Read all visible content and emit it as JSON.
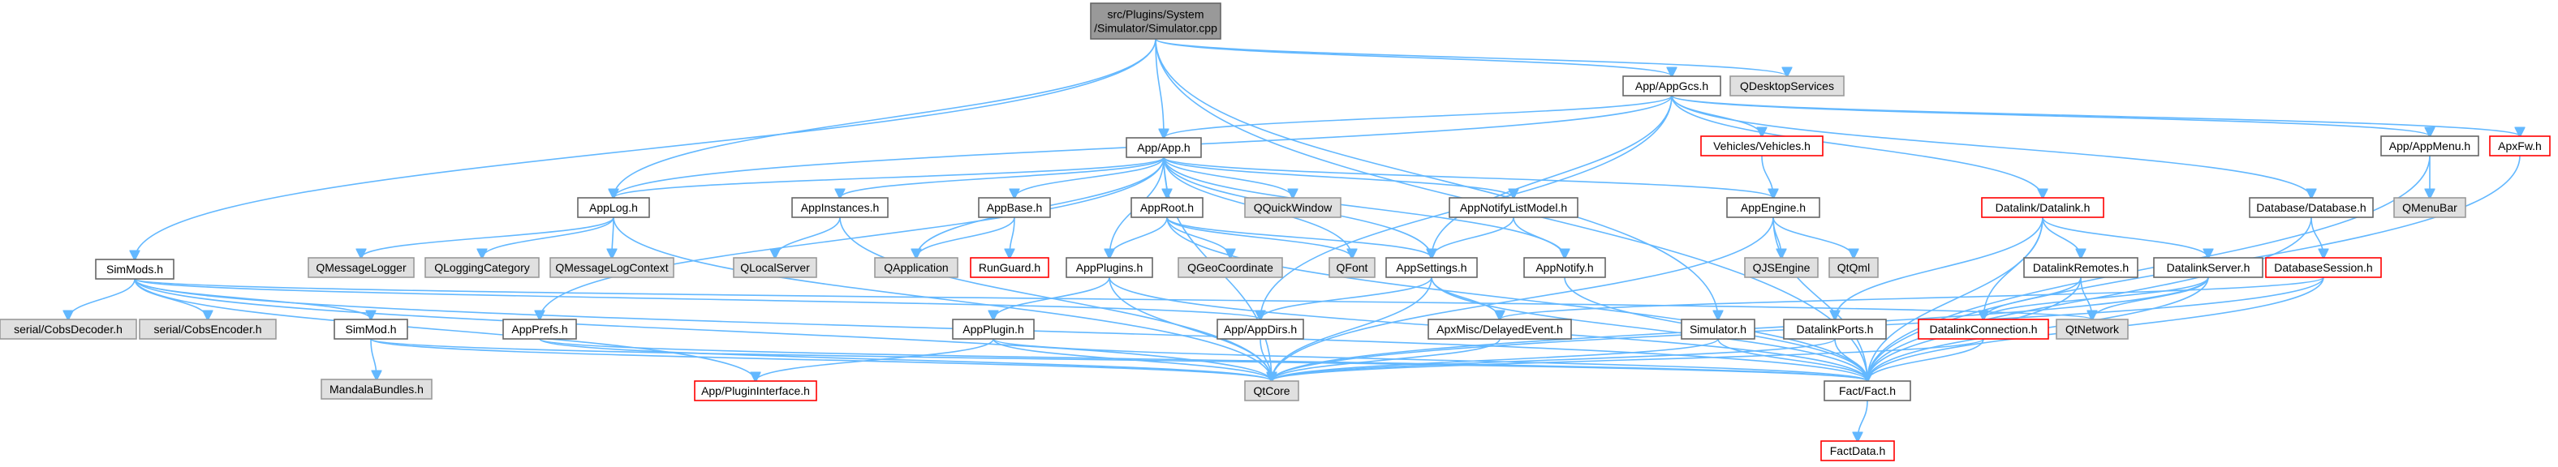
{
  "diagram": {
    "colors": {
      "edge": "#63b8ff",
      "root_fill": "#999999",
      "root_stroke": "#666666",
      "normal_fill": "#ffffff",
      "normal_stroke": "#666666",
      "system_fill": "#e0e0e0",
      "system_stroke": "#999999",
      "truncated_fill": "#ffffff",
      "truncated_stroke": "#ff0000"
    },
    "nodes": [
      {
        "id": "root",
        "label": [
          "src/Plugins/System",
          "/Simulator/Simulator.cpp"
        ],
        "kind": "root"
      },
      {
        "id": "appgcs",
        "label": [
          "App/AppGcs.h"
        ],
        "kind": "normal"
      },
      {
        "id": "qdesktop",
        "label": [
          "QDesktopServices"
        ],
        "kind": "system"
      },
      {
        "id": "simmods",
        "label": [
          "SimMods.h"
        ],
        "kind": "normal"
      },
      {
        "id": "appapp",
        "label": [
          "App/App.h"
        ],
        "kind": "normal"
      },
      {
        "id": "vehicles",
        "label": [
          "Vehicles/Vehicles.h"
        ],
        "kind": "truncated"
      },
      {
        "id": "appmenu",
        "label": [
          "App/AppMenu.h"
        ],
        "kind": "normal"
      },
      {
        "id": "apxfw",
        "label": [
          "ApxFw.h"
        ],
        "kind": "truncated"
      },
      {
        "id": "applog",
        "label": [
          "AppLog.h"
        ],
        "kind": "normal"
      },
      {
        "id": "appinstances",
        "label": [
          "AppInstances.h"
        ],
        "kind": "normal"
      },
      {
        "id": "appbase",
        "label": [
          "AppBase.h"
        ],
        "kind": "normal"
      },
      {
        "id": "approot",
        "label": [
          "AppRoot.h"
        ],
        "kind": "normal"
      },
      {
        "id": "qquickwindow",
        "label": [
          "QQuickWindow"
        ],
        "kind": "system"
      },
      {
        "id": "appnotifylist",
        "label": [
          "AppNotifyListModel.h"
        ],
        "kind": "normal"
      },
      {
        "id": "appengine",
        "label": [
          "AppEngine.h"
        ],
        "kind": "normal"
      },
      {
        "id": "datalink",
        "label": [
          "Datalink/Datalink.h"
        ],
        "kind": "truncated"
      },
      {
        "id": "database",
        "label": [
          "Database/Database.h"
        ],
        "kind": "normal"
      },
      {
        "id": "qmenubar",
        "label": [
          "QMenuBar"
        ],
        "kind": "system"
      },
      {
        "id": "qmessagelogger",
        "label": [
          "QMessageLogger"
        ],
        "kind": "system"
      },
      {
        "id": "qloggingcat",
        "label": [
          "QLoggingCategory"
        ],
        "kind": "system"
      },
      {
        "id": "qmessagelogctx",
        "label": [
          "QMessageLogContext"
        ],
        "kind": "system"
      },
      {
        "id": "qlocalserver",
        "label": [
          "QLocalServer"
        ],
        "kind": "system"
      },
      {
        "id": "qapplication",
        "label": [
          "QApplication"
        ],
        "kind": "system"
      },
      {
        "id": "runguard",
        "label": [
          "RunGuard.h"
        ],
        "kind": "truncated"
      },
      {
        "id": "appplugins",
        "label": [
          "AppPlugins.h"
        ],
        "kind": "normal"
      },
      {
        "id": "qgeocoord",
        "label": [
          "QGeoCoordinate"
        ],
        "kind": "system"
      },
      {
        "id": "qfont",
        "label": [
          "QFont"
        ],
        "kind": "system"
      },
      {
        "id": "appsettings",
        "label": [
          "AppSettings.h"
        ],
        "kind": "normal"
      },
      {
        "id": "appnotify",
        "label": [
          "AppNotify.h"
        ],
        "kind": "normal"
      },
      {
        "id": "qjsengine",
        "label": [
          "QJSEngine"
        ],
        "kind": "system"
      },
      {
        "id": "qtqml",
        "label": [
          "QtQml"
        ],
        "kind": "system"
      },
      {
        "id": "datalinkremotes",
        "label": [
          "DatalinkRemotes.h"
        ],
        "kind": "normal"
      },
      {
        "id": "datalinkserver",
        "label": [
          "DatalinkServer.h"
        ],
        "kind": "normal"
      },
      {
        "id": "dbsession",
        "label": [
          "DatabaseSession.h"
        ],
        "kind": "truncated"
      },
      {
        "id": "cobsdecoder",
        "label": [
          "serial/CobsDecoder.h"
        ],
        "kind": "system"
      },
      {
        "id": "cobsencoder",
        "label": [
          "serial/CobsEncoder.h"
        ],
        "kind": "system"
      },
      {
        "id": "simmod",
        "label": [
          "SimMod.h"
        ],
        "kind": "normal"
      },
      {
        "id": "appprefs",
        "label": [
          "AppPrefs.h"
        ],
        "kind": "normal"
      },
      {
        "id": "appplugin",
        "label": [
          "AppPlugin.h"
        ],
        "kind": "normal"
      },
      {
        "id": "appdirs",
        "label": [
          "App/AppDirs.h"
        ],
        "kind": "normal"
      },
      {
        "id": "delayedevent",
        "label": [
          "ApxMisc/DelayedEvent.h"
        ],
        "kind": "normal"
      },
      {
        "id": "simulatorh",
        "label": [
          "Simulator.h"
        ],
        "kind": "normal"
      },
      {
        "id": "datalinkports",
        "label": [
          "DatalinkPorts.h"
        ],
        "kind": "normal"
      },
      {
        "id": "datalinkconn",
        "label": [
          "DatalinkConnection.h"
        ],
        "kind": "truncated"
      },
      {
        "id": "qtnetwork",
        "label": [
          "QtNetwork"
        ],
        "kind": "system"
      },
      {
        "id": "mandala",
        "label": [
          "MandalaBundles.h"
        ],
        "kind": "system"
      },
      {
        "id": "qtcore",
        "label": [
          "QtCore"
        ],
        "kind": "system"
      },
      {
        "id": "factfact",
        "label": [
          "Fact/Fact.h"
        ],
        "kind": "normal"
      },
      {
        "id": "plugininterface",
        "label": [
          "App/PluginInterface.h"
        ],
        "kind": "truncated"
      },
      {
        "id": "factdata",
        "label": [
          "FactData.h"
        ],
        "kind": "truncated"
      }
    ],
    "edges": [
      [
        "root",
        "appgcs"
      ],
      [
        "root",
        "qdesktop"
      ],
      [
        "root",
        "simmods"
      ],
      [
        "root",
        "appapp"
      ],
      [
        "root",
        "applog"
      ],
      [
        "root",
        "simulatorh"
      ],
      [
        "root",
        "factfact"
      ],
      [
        "appgcs",
        "appapp"
      ],
      [
        "appgcs",
        "vehicles"
      ],
      [
        "appgcs",
        "appmenu"
      ],
      [
        "appgcs",
        "apxfw"
      ],
      [
        "appgcs",
        "applog"
      ],
      [
        "appgcs",
        "datalink"
      ],
      [
        "appgcs",
        "database"
      ],
      [
        "appgcs",
        "appsettings"
      ],
      [
        "appgcs",
        "appdirs"
      ],
      [
        "appapp",
        "applog"
      ],
      [
        "appapp",
        "appinstances"
      ],
      [
        "appapp",
        "appbase"
      ],
      [
        "appapp",
        "approot"
      ],
      [
        "appapp",
        "qquickwindow"
      ],
      [
        "appapp",
        "appnotifylist"
      ],
      [
        "appapp",
        "appengine"
      ],
      [
        "appapp",
        "qapplication"
      ],
      [
        "appapp",
        "appplugins"
      ],
      [
        "appapp",
        "qfont"
      ],
      [
        "appapp",
        "appsettings"
      ],
      [
        "appapp",
        "appnotify"
      ],
      [
        "appapp",
        "qtcore"
      ],
      [
        "appapp",
        "appprefs"
      ],
      [
        "applog",
        "qmessagelogger"
      ],
      [
        "applog",
        "qloggingcat"
      ],
      [
        "applog",
        "qmessagelogctx"
      ],
      [
        "applog",
        "qtcore"
      ],
      [
        "appinstances",
        "qlocalserver"
      ],
      [
        "appinstances",
        "qtcore"
      ],
      [
        "appbase",
        "qapplication"
      ],
      [
        "appbase",
        "runguard"
      ],
      [
        "approot",
        "appplugins"
      ],
      [
        "approot",
        "qgeocoord"
      ],
      [
        "approot",
        "qfont"
      ],
      [
        "approot",
        "appsettings"
      ],
      [
        "approot",
        "factfact"
      ],
      [
        "appnotifylist",
        "appnotify"
      ],
      [
        "appnotifylist",
        "appsettings"
      ],
      [
        "appengine",
        "qjsengine"
      ],
      [
        "appengine",
        "qtqml"
      ],
      [
        "appengine",
        "qtcore"
      ],
      [
        "appengine",
        "factfact"
      ],
      [
        "vehicles",
        "appengine"
      ],
      [
        "datalink",
        "datalinkremotes"
      ],
      [
        "datalink",
        "datalinkserver"
      ],
      [
        "datalink",
        "datalinkports"
      ],
      [
        "datalink",
        "datalinkconn"
      ],
      [
        "datalink",
        "factfact"
      ],
      [
        "database",
        "dbsession"
      ],
      [
        "database",
        "factfact"
      ],
      [
        "appmenu",
        "qmenubar"
      ],
      [
        "appmenu",
        "factfact"
      ],
      [
        "apxfw",
        "factfact"
      ],
      [
        "appplugins",
        "appplugin"
      ],
      [
        "appplugins",
        "qtcore"
      ],
      [
        "appplugins",
        "factfact"
      ],
      [
        "appsettings",
        "appdirs"
      ],
      [
        "appsettings",
        "delayedevent"
      ],
      [
        "appsettings",
        "factfact"
      ],
      [
        "appsettings",
        "qtcore"
      ],
      [
        "appnotify",
        "factfact"
      ],
      [
        "datalinkremotes",
        "datalinkconn"
      ],
      [
        "datalinkremotes",
        "qtnetwork"
      ],
      [
        "datalinkremotes",
        "factfact"
      ],
      [
        "datalinkserver",
        "datalinkconn"
      ],
      [
        "datalinkserver",
        "qtnetwork"
      ],
      [
        "datalinkserver",
        "factfact"
      ],
      [
        "datalinkserver",
        "qtcore"
      ],
      [
        "dbsession",
        "factfact"
      ],
      [
        "dbsession",
        "qtcore"
      ],
      [
        "dbsession",
        "delayedevent"
      ],
      [
        "simmods",
        "cobsdecoder"
      ],
      [
        "simmods",
        "cobsencoder"
      ],
      [
        "simmods",
        "simmod"
      ],
      [
        "simmods",
        "qtnetwork"
      ],
      [
        "simmods",
        "appdirs"
      ],
      [
        "simmods",
        "factfact"
      ],
      [
        "simmods",
        "qtcore"
      ],
      [
        "simmods",
        "plugininterface"
      ],
      [
        "simmod",
        "mandala"
      ],
      [
        "simmod",
        "qtcore"
      ],
      [
        "simmod",
        "factfact"
      ],
      [
        "appprefs",
        "qtcore"
      ],
      [
        "appprefs",
        "factfact"
      ],
      [
        "appplugin",
        "plugininterface"
      ],
      [
        "appplugin",
        "qtcore"
      ],
      [
        "appplugin",
        "factfact"
      ],
      [
        "appdirs",
        "qtcore"
      ],
      [
        "delayedevent",
        "qtcore"
      ],
      [
        "simulatorh",
        "factfact"
      ],
      [
        "simulatorh",
        "qtcore"
      ],
      [
        "datalinkports",
        "factfact"
      ],
      [
        "datalinkports",
        "qtcore"
      ],
      [
        "datalinkconn",
        "factfact"
      ],
      [
        "datalinkconn",
        "qtcore"
      ],
      [
        "factfact",
        "factdata"
      ]
    ]
  }
}
